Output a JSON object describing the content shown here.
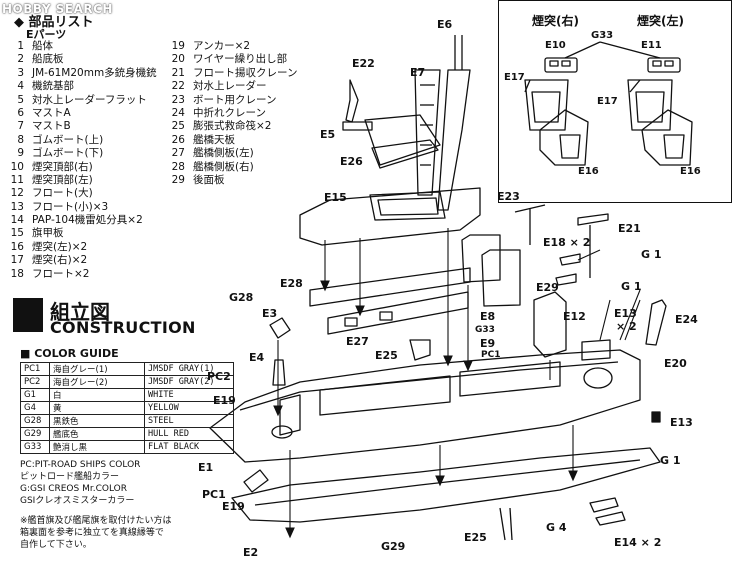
{
  "watermark": "HOBBY SEARCH",
  "parts_list": {
    "header": "部品リスト",
    "subheader": "Eパーツ",
    "items_left": [
      {
        "n": "1",
        "name": "船体"
      },
      {
        "n": "2",
        "name": "船底板"
      },
      {
        "n": "3",
        "name": "JM-61M20mm多銃身機銃"
      },
      {
        "n": "4",
        "name": "機銃基部"
      },
      {
        "n": "5",
        "name": "対水上レーダーフラット"
      },
      {
        "n": "6",
        "name": "マストA"
      },
      {
        "n": "7",
        "name": "マストB"
      },
      {
        "n": "8",
        "name": "ゴムボート(上)"
      },
      {
        "n": "9",
        "name": "ゴムボート(下)"
      },
      {
        "n": "10",
        "name": "煙突頂部(右)"
      },
      {
        "n": "11",
        "name": "煙突頂部(左)"
      },
      {
        "n": "12",
        "name": "フロート(大)"
      },
      {
        "n": "13",
        "name": "フロート(小)×3"
      },
      {
        "n": "14",
        "name": "PAP-104機雷処分具×2"
      },
      {
        "n": "15",
        "name": "旗甲板"
      },
      {
        "n": "16",
        "name": "煙突(左)×2"
      },
      {
        "n": "17",
        "name": "煙突(右)×2"
      },
      {
        "n": "18",
        "name": "フロート×2"
      }
    ],
    "items_right": [
      {
        "n": "19",
        "name": "アンカー×2"
      },
      {
        "n": "20",
        "name": "ワイヤー繰り出し部"
      },
      {
        "n": "21",
        "name": "フロート揚収クレーン"
      },
      {
        "n": "22",
        "name": "対水上レーダー"
      },
      {
        "n": "23",
        "name": "ボート用クレーン"
      },
      {
        "n": "24",
        "name": "中折れクレーン"
      },
      {
        "n": "25",
        "name": "膨張式救命筏×2"
      },
      {
        "n": "26",
        "name": "艦橋天板"
      },
      {
        "n": "27",
        "name": "艦橋側板(左)"
      },
      {
        "n": "28",
        "name": "艦橋側板(右)"
      },
      {
        "n": "29",
        "name": "後面板"
      }
    ]
  },
  "title": {
    "jp": "組立図",
    "en": "CONSTRUCTION"
  },
  "color_guide": {
    "header": "COLOR GUIDE",
    "rows": [
      {
        "code": "PC1",
        "jp": "海自グレー(1)",
        "en": "JMSDF GRAY(1)"
      },
      {
        "code": "PC2",
        "jp": "海自グレー(2)",
        "en": "JMSDF GRAY(2)"
      },
      {
        "code": "G1",
        "jp": "白",
        "en": "WHITE"
      },
      {
        "code": "G4",
        "jp": "黄",
        "en": "YELLOW"
      },
      {
        "code": "G28",
        "jp": "黒鉄色",
        "en": "STEEL"
      },
      {
        "code": "G29",
        "jp": "艦底色",
        "en": "HULL RED"
      },
      {
        "code": "G33",
        "jp": "艶消し黒",
        "en": "FLAT BLACK"
      }
    ],
    "notes": [
      "PC:PIT-ROAD SHIPS COLOR",
      "ピットロード艦船カラー",
      "G:GSI CREOS Mr.COLOR",
      "GSIクレオスミスターカラー"
    ],
    "footnote": [
      "※艦首旗及び艦尾旗を取付けたい方は",
      "箱裏面を参考に独立てを真線縁等で",
      "自作して下さい。"
    ]
  },
  "inset": {
    "title_right": "煙突(右)",
    "title_left": "煙突(左)",
    "labels": [
      "G33",
      "E10",
      "E11",
      "E17",
      "E17",
      "E16",
      "E16"
    ]
  },
  "callouts": {
    "e22": "E22",
    "e7": "E7",
    "e6": "E6",
    "e5": "E5",
    "e26": "E26",
    "e15": "E15",
    "e23": "E23",
    "e18": "E18 × 2",
    "e21": "E21",
    "g1a": "G 1",
    "g1b": "G 1",
    "e28": "E28",
    "g28": "G28",
    "e3": "E3",
    "e29": "E29",
    "e12": "E12",
    "e13x2": "E13",
    "x2": "× 2",
    "e24": "E24",
    "e8": "E8",
    "g33": "G33",
    "e9": "E9",
    "pc1a": "PC1",
    "e27": "E27",
    "e25a": "E25",
    "e4": "E4",
    "e20": "E20",
    "pc2": "PC2",
    "e19a": "E19",
    "e13": "E13",
    "g1c": "G 1",
    "e1": "E1",
    "pc1b": "PC1",
    "e19b": "E19",
    "g4": "G 4",
    "e25b": "E25",
    "e14": "E14 × 2",
    "e2": "E2",
    "g29": "G29"
  }
}
